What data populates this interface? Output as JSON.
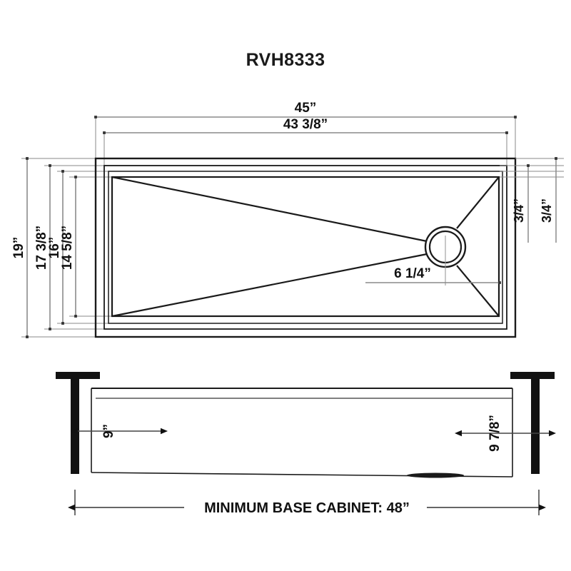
{
  "title": "RVH8333",
  "top_view": {
    "name": "sink-top-view",
    "width_overall": "45”",
    "width_inner": "43 3/8”",
    "height_overall": "19”",
    "height_second": "17 3/8”",
    "height_third": "16”",
    "height_inner": "14 5/8”",
    "ledge_upper": "3/4”",
    "ledge_lower": "3/4”",
    "drain_offset": "6 1/4”"
  },
  "side_view": {
    "name": "sink-side-view",
    "depth_left": "9”",
    "depth_right": "9 7/8”"
  },
  "footer": {
    "cabinet_note": "MINIMUM BASE CABINET: 48”"
  },
  "colors": {
    "line": "#1a1a1a",
    "thin_line": "#808080",
    "cabinet": "#121212",
    "background": "#ffffff"
  }
}
